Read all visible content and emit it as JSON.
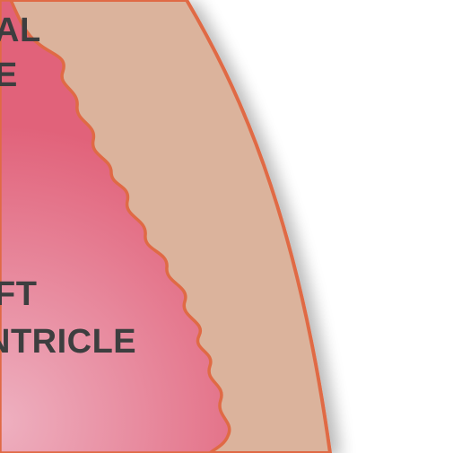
{
  "diagram": {
    "labels": {
      "top_line1": "AL",
      "top_line2": "E",
      "ventricle_line1": "FT",
      "ventricle_line2": "NTRICLE"
    },
    "colors": {
      "background": "#ffffff",
      "muscle_wall": "#dbb39c",
      "outline": "#e06a45",
      "cavity_light": "#eeb0c0",
      "cavity_dark": "#e1627a",
      "text": "#3d3e3f"
    }
  }
}
